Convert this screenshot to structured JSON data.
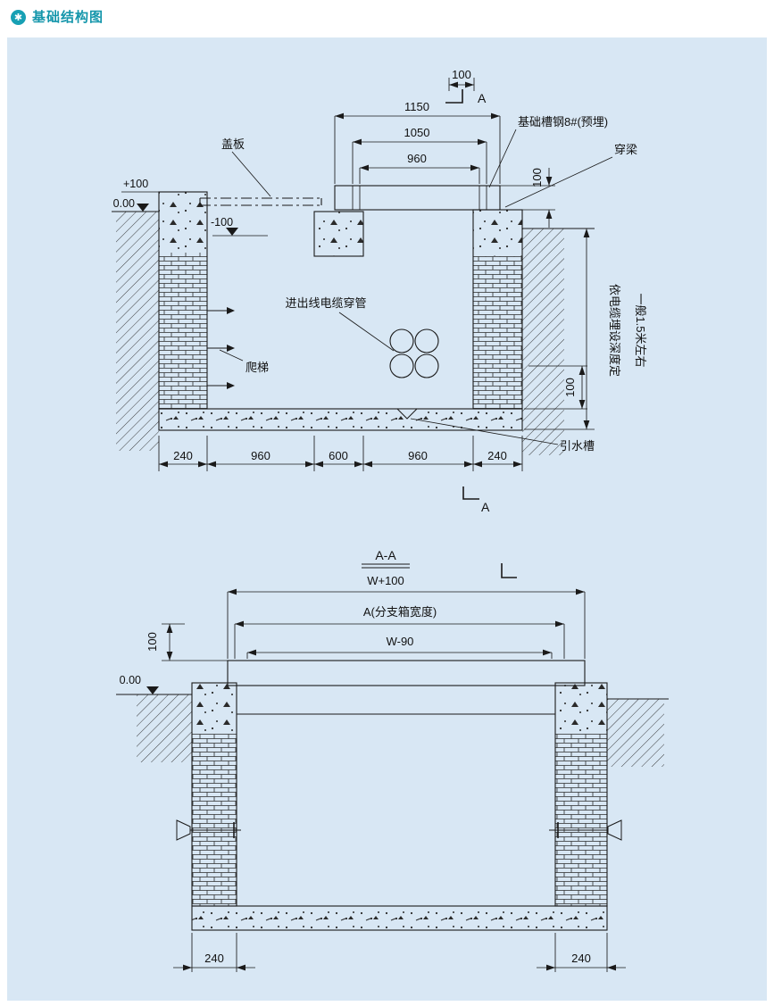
{
  "header": {
    "icon": "✱",
    "title": "基础结构图"
  },
  "colors": {
    "accent": "#1496ab",
    "panel_bg": "#d8e7f4",
    "line": "#1a1a1a"
  },
  "top_view": {
    "section_dim": "100",
    "section_label_top": "A",
    "section_label_bottom": "A",
    "dims_top": {
      "d1150": "1150",
      "d1050": "1050",
      "d960": "960"
    },
    "labels": {
      "cover_plate": "盖板",
      "channel_steel": "基础槽钢8#(预埋)",
      "through_beam": "穿梁",
      "beam_height": "100",
      "cable_conduit": "进出线电缆穿管",
      "ladder": "爬梯",
      "slab_dim": "100",
      "drain_channel": "引水槽"
    },
    "elevations": {
      "plus100": "+100",
      "zero": "0.00",
      "minus100": "-100"
    },
    "depth_note_1": "依电缆埋设深度定",
    "depth_note_2": "一般1.5米左右",
    "bottom_dims": [
      "240",
      "960",
      "600",
      "960",
      "240"
    ]
  },
  "bottom_view": {
    "title": "A-A",
    "dim_w_plus": "W+100",
    "dim_a": "A(分支箱宽度)",
    "dim_w_minus": "W-90",
    "dim_height": "100",
    "elevation_zero": "0.00",
    "dim_240_left": "240",
    "dim_240_right": "240"
  }
}
